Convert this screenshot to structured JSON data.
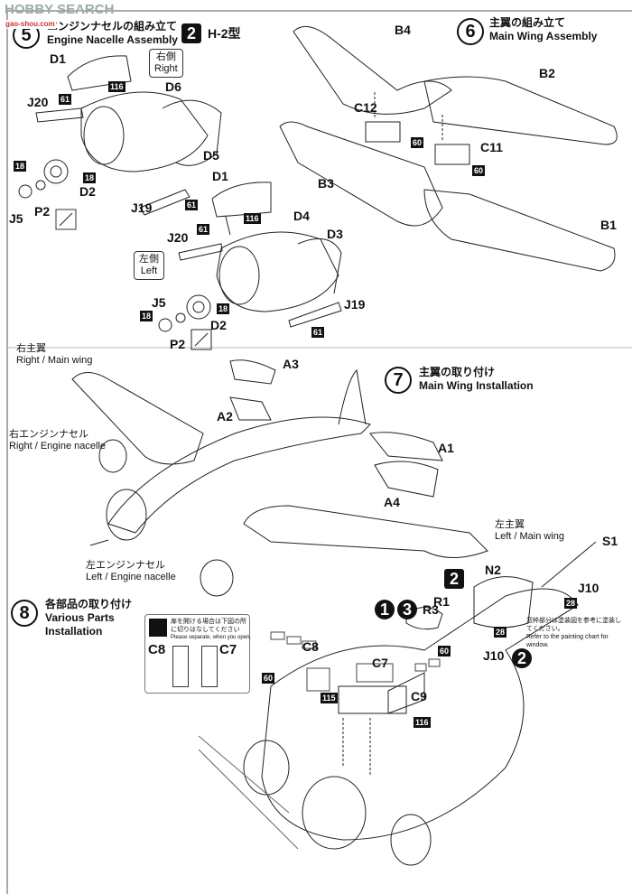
{
  "watermark": {
    "text": "HOBBY SEARCH",
    "sub": "gao-shou.com"
  },
  "step5": {
    "number": "5",
    "title_jp": "エンジンナセルの組み立て",
    "title_en": "Engine Nacelle Assembly",
    "variant_badge": "2",
    "variant": "H-2型",
    "right_jp": "右側",
    "right_en": "Right",
    "left_jp": "左側",
    "left_en": "Left",
    "parts": {
      "d1a": "D1",
      "d6": "D6",
      "j20a": "J20",
      "d5": "D5",
      "d2a": "D2",
      "j5a": "J5",
      "p2a": "P2",
      "j19a": "J19",
      "d1b": "D1",
      "d4": "D4",
      "j20b": "J20",
      "d3": "D3",
      "j5b": "J5",
      "d2b": "D2",
      "p2b": "P2",
      "j19b": "J19"
    },
    "colors": {
      "c116a": "116",
      "c61a": "61",
      "c18a": "18",
      "c18b": "18",
      "c61b": "61",
      "c116b": "116",
      "c61c": "61",
      "c18c": "18",
      "c18d": "18",
      "c61d": "61"
    }
  },
  "step6": {
    "number": "6",
    "title_jp": "主翼の組み立て",
    "title_en": "Main Wing Assembly",
    "parts": {
      "b4": "B4",
      "b2": "B2",
      "c12": "C12",
      "c11": "C11",
      "b3": "B3",
      "b1": "B1"
    },
    "colors": {
      "c60a": "60",
      "c60b": "60"
    }
  },
  "step7": {
    "number": "7",
    "title_jp": "主翼の取り付け",
    "title_en": "Main Wing Installation",
    "right_wing_jp": "右主翼",
    "right_wing_en": "Right / Main wing",
    "right_nacelle_jp": "右エンジンナセル",
    "right_nacelle_en": "Right / Engine nacelle",
    "left_wing_jp": "左主翼",
    "left_wing_en": "Left / Main wing",
    "left_nacelle_jp": "左エンジンナセル",
    "left_nacelle_en": "Left / Engine nacelle",
    "parts": {
      "a3": "A3",
      "a2": "A2",
      "a1": "A1",
      "a4": "A4"
    }
  },
  "step8": {
    "number": "8",
    "title_jp": "各部品の取り付け",
    "title_en1": "Various Parts",
    "title_en2": "Installation",
    "note_jp": "扉を開ける場合は下図の所に切りはなしてください",
    "note_en": "Please separate, when you open.",
    "note_c8": "C8",
    "note_c7": "C7",
    "window_note_jp": "窓枠部分は塗装図を参考に塗装してください。",
    "window_note_en": "Refer to the painting chart for window.",
    "badges": {
      "b2a": "2",
      "b1": "1",
      "b3": "3",
      "b2b": "2"
    },
    "parts": {
      "s1": "S1",
      "n2": "N2",
      "j10a": "J10",
      "r1": "R1",
      "r3": "R3",
      "j10b": "J10",
      "c8": "C8",
      "c7": "C7",
      "c9": "C9"
    },
    "colors": {
      "c28a": "28",
      "c28b": "28",
      "c60a": "60",
      "c60b": "60",
      "c115": "115",
      "c116": "116"
    }
  }
}
